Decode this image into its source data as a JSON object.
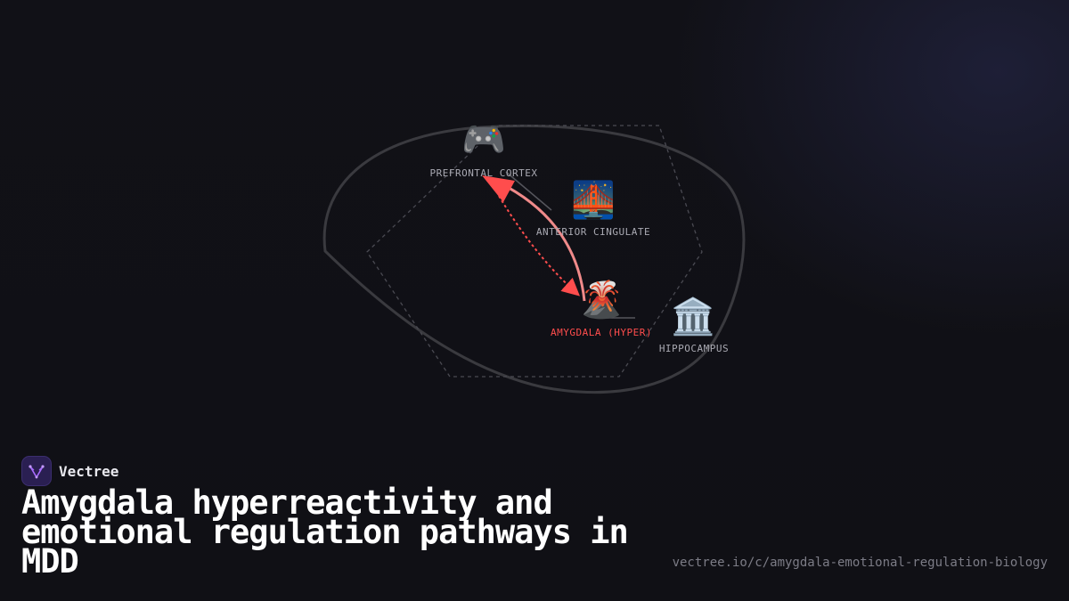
{
  "brand": {
    "name": "Vectree"
  },
  "title": "Amygdala hyperreactivity and emotional regulation pathways in MDD",
  "url": "vectree.io/c/amygdala-emotional-regulation-biology",
  "nodes": {
    "prefrontal": {
      "label": "PREFRONTAL CORTEX",
      "icon": "🎮",
      "icon_name": "game-controller-icon"
    },
    "cingulate": {
      "label": "ANTERIOR CINGULATE",
      "icon": "🌉",
      "icon_name": "bridge-at-night-icon"
    },
    "amygdala": {
      "label": "AMYGDALA (HYPER)",
      "icon": "🌋",
      "icon_name": "volcano-icon"
    },
    "hippocampus": {
      "label": "HIPPOCAMPUS",
      "icon": "🏛️",
      "icon_name": "classical-building-icon"
    }
  },
  "colors": {
    "background": "#111116",
    "highlight": "#ff4d4d",
    "highlight_soft": "#f08a8a",
    "outline": "#3a3a3f",
    "label": "#a9a9b2",
    "brand_accent": "#a86bff"
  }
}
